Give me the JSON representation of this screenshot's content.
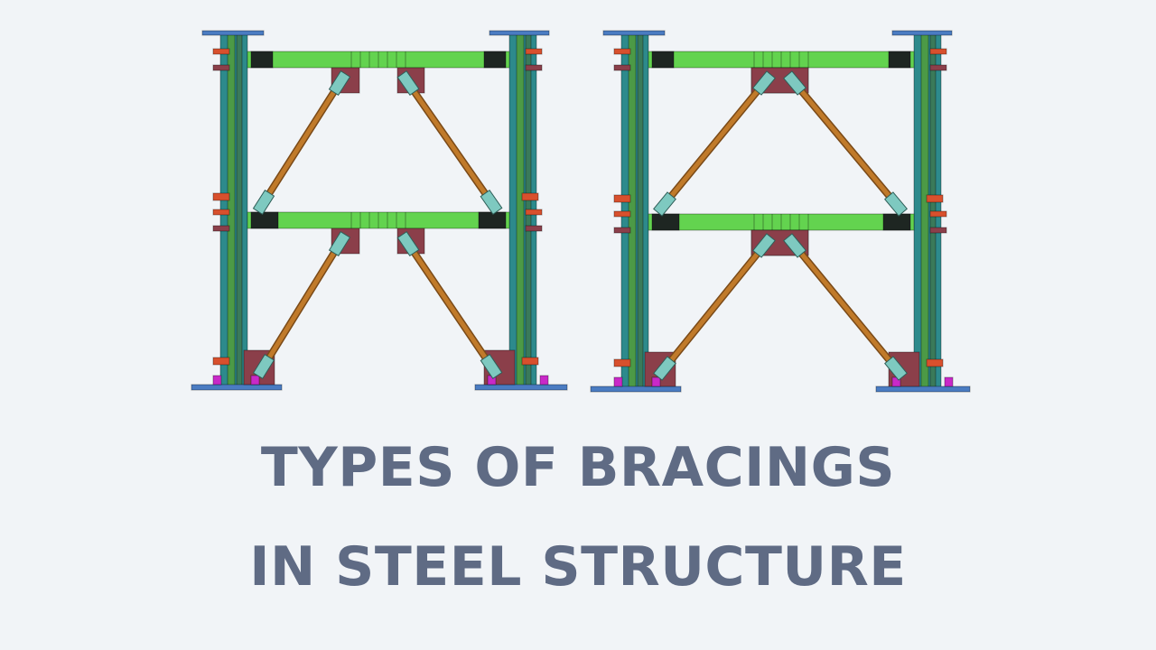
{
  "title": {
    "line1": "TYPES OF BRACINGS",
    "line2": "IN STEEL STRUCTURE"
  },
  "colors": {
    "background": "#f1f4f7",
    "title_text": "#5f6b84",
    "column_teal": "#2d8a8c",
    "column_green": "#4c9a46",
    "base_plate_blue": "#4a7cc2",
    "beam_green": "#63d34f",
    "beam_end_black": "#1e2622",
    "gusset_plate": "#8b3f4a",
    "brace_orange": "#c07a2a",
    "brace_end_teal": "#7ec9c0",
    "clip_red": "#d8502d",
    "anchor_magenta": "#c829c8"
  },
  "frames": [
    {
      "name": "frame-left",
      "bracing": "inverted-v"
    },
    {
      "name": "frame-right",
      "bracing": "inverted-v"
    }
  ]
}
